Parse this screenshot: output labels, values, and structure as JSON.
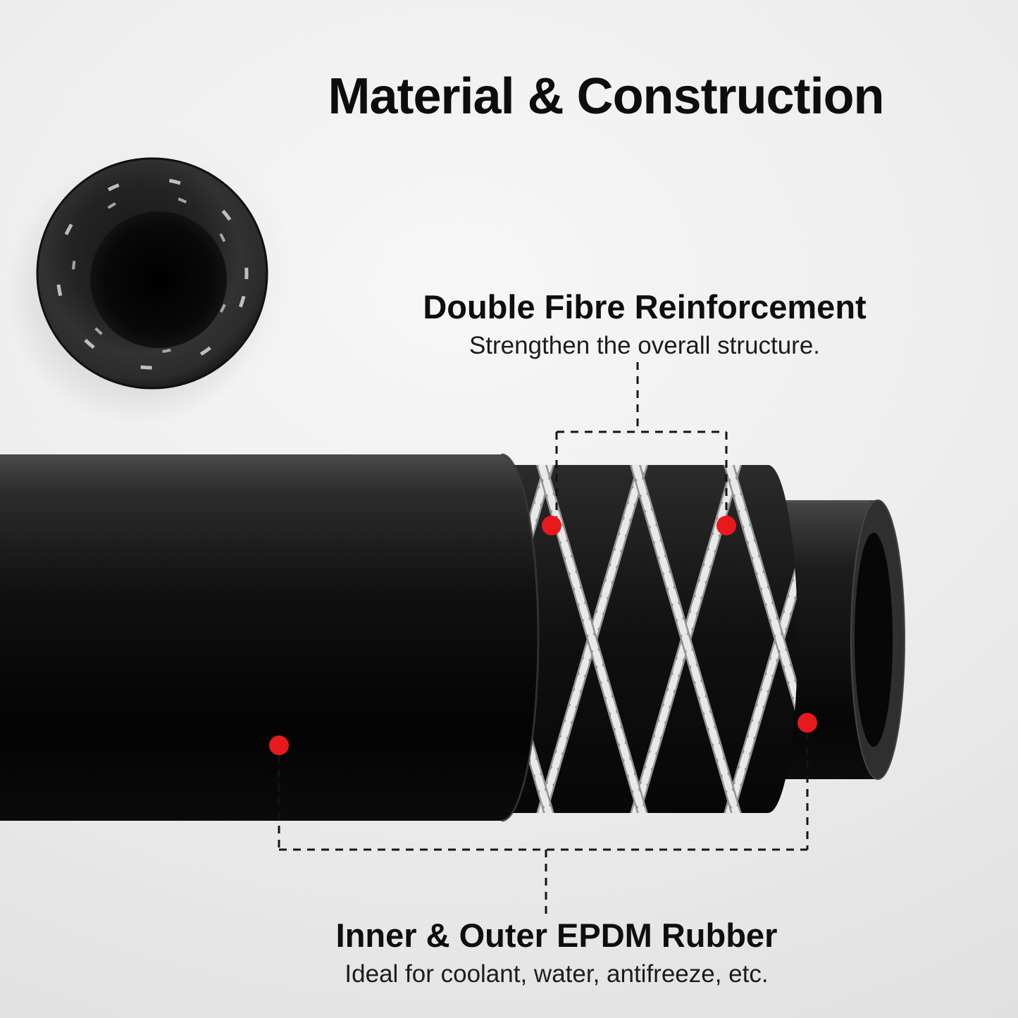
{
  "page": {
    "title": "Material & Construction"
  },
  "callouts": {
    "fibre": {
      "title": "Double Fibre Reinforcement",
      "subtitle": "Strengthen the overall structure."
    },
    "rubber": {
      "title": "Inner & Outer EPDM Rubber",
      "subtitle": "Ideal for coolant, water, antifreeze, etc."
    }
  },
  "colors": {
    "accent_red": "#e8191c",
    "connector_black": "#141414",
    "hose_black": "#0a0a0a",
    "fiber_gray": "#e9e9e9"
  }
}
